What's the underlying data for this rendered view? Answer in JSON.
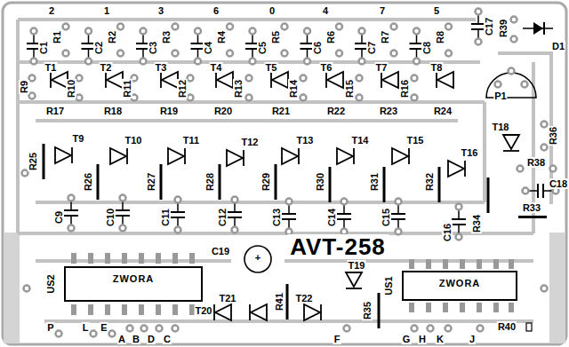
{
  "diagram": {
    "title": "AVT-258",
    "nodes": [
      {
        "text": [
          "US2",
          "ZWORA"
        ]
      },
      {
        "text": [
          "US1",
          "ZWORA"
        ]
      }
    ],
    "labels": [
      "2",
      "1",
      "3",
      "6",
      "0",
      "4",
      "7",
      "5",
      "C1",
      "R1",
      "C2",
      "R2",
      "C3",
      "R3",
      "C4",
      "R4",
      "C5",
      "R5",
      "C6",
      "R6",
      "C7",
      "R7",
      "C8",
      "R8",
      "C17",
      "R39",
      "D1",
      "T1",
      "T2",
      "T3",
      "T4",
      "T5",
      "T6",
      "T7",
      "T8",
      "R9",
      "R10",
      "R11",
      "R12",
      "R13",
      "R14",
      "R15",
      "R16",
      "P1",
      "R17",
      "R18",
      "R19",
      "R20",
      "R21",
      "R22",
      "R23",
      "R24",
      "T9",
      "T10",
      "T11",
      "T12",
      "T13",
      "T14",
      "T15",
      "T16",
      "T18",
      "R36",
      "R38",
      "C18",
      "R33",
      "R25",
      "R26",
      "R27",
      "R28",
      "R29",
      "R30",
      "R31",
      "R32",
      "C9",
      "C10",
      "C11",
      "C12",
      "C13",
      "C14",
      "C15",
      "C16",
      "R34",
      "C19",
      "T19",
      "T20",
      "T21",
      "T22",
      "R41",
      "R35",
      "P",
      "L",
      "E",
      "A",
      "B",
      "D",
      "C",
      "F",
      "G",
      "H",
      "K",
      "J",
      "R40",
      "+"
    ]
  }
}
